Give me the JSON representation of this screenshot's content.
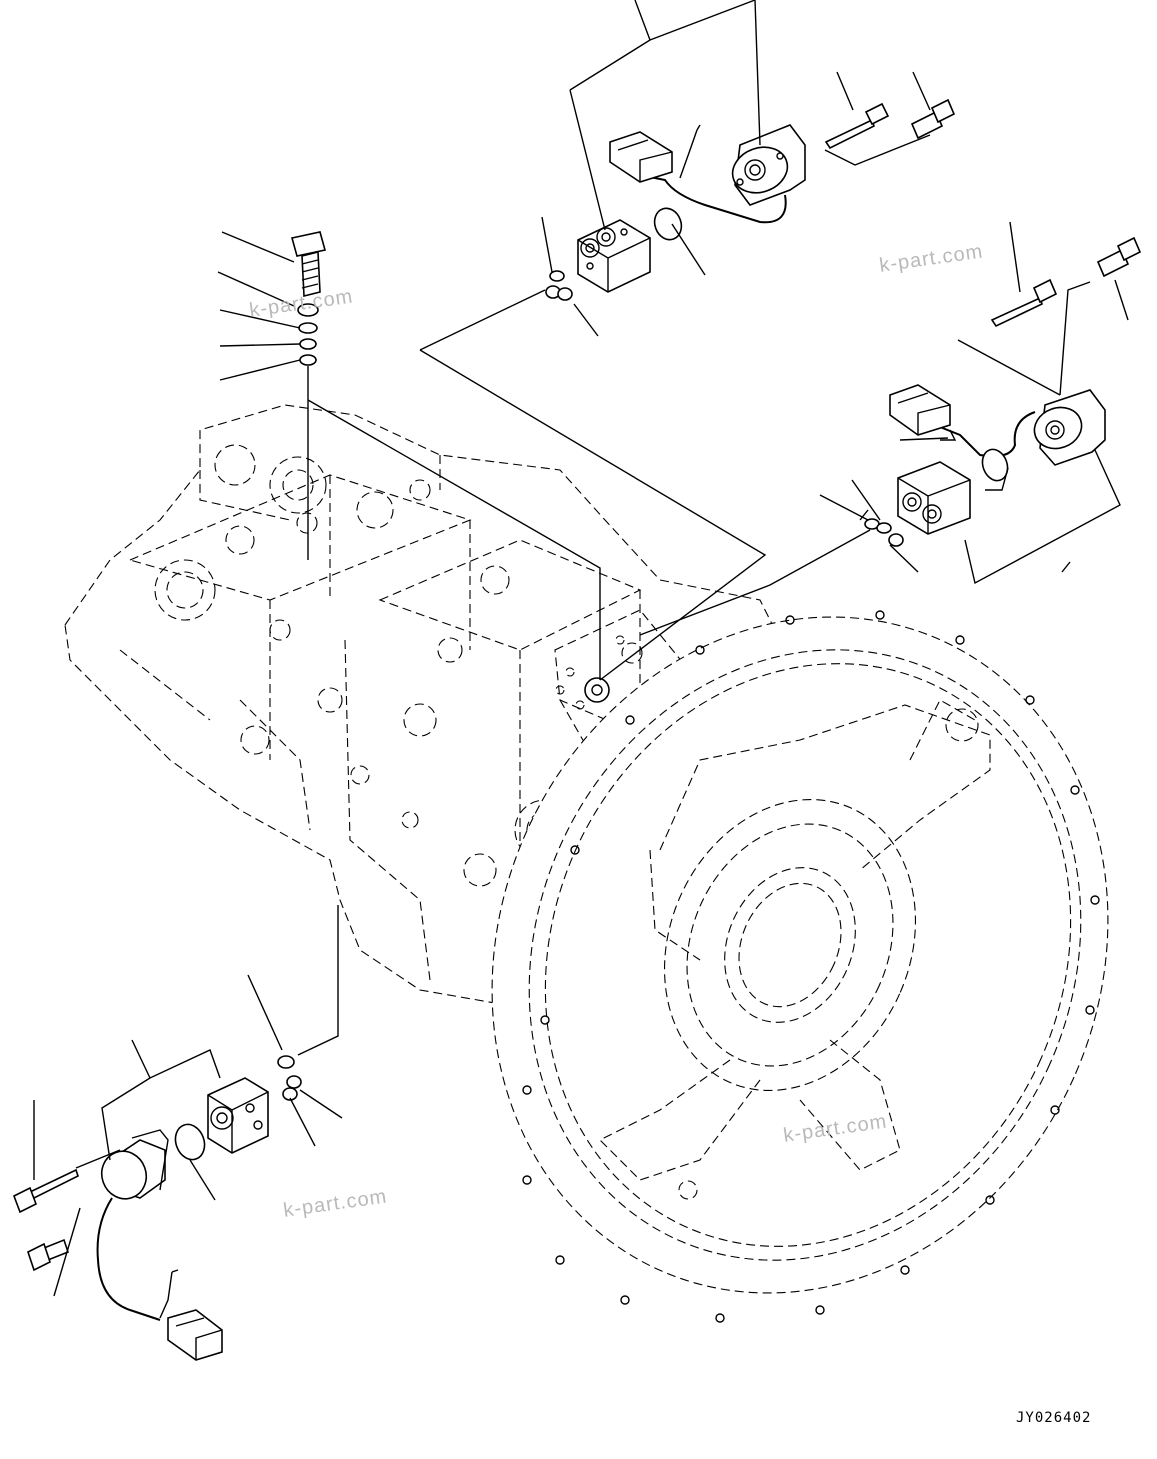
{
  "watermarks": [
    "k-part.com",
    "k-part.com",
    "k-part.com",
    "k-part.com"
  ],
  "drawing_code": "JY026402"
}
